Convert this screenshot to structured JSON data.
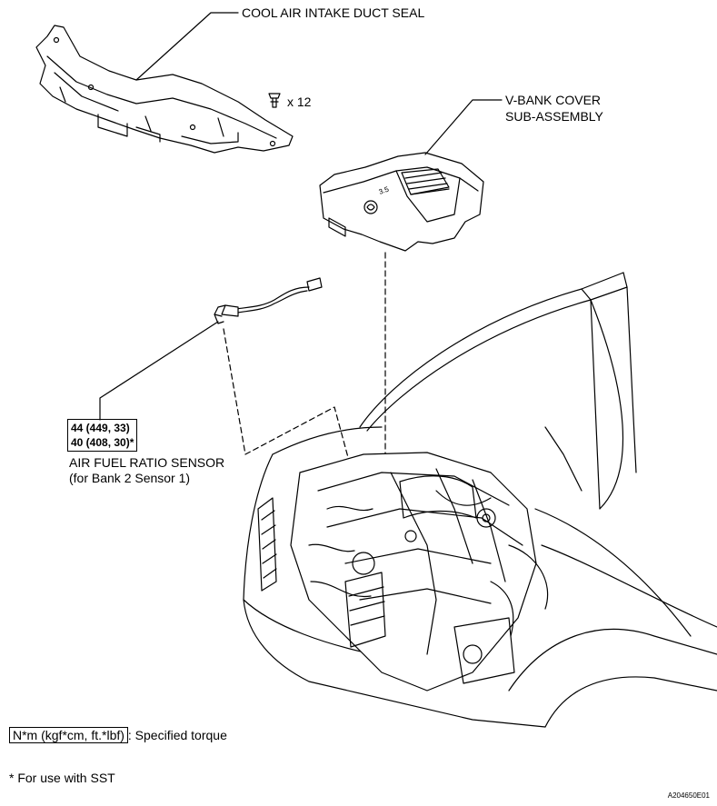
{
  "labels": {
    "seal": "COOL AIR INTAKE DUCT SEAL",
    "clip_count": "x 12",
    "cover_line1": "V-BANK COVER",
    "cover_line2": "SUB-ASSEMBLY",
    "sensor_line1": "AIR FUEL RATIO SENSOR",
    "sensor_line2": "(for Bank 2 Sensor 1)"
  },
  "torque": {
    "line1": "44 (449, 33)",
    "line2": "40 (408, 30)*"
  },
  "legend": {
    "units": "N*m (kgf*cm, ft.*lbf)",
    "suffix": ": Specified torque"
  },
  "note": "* For use with SST",
  "figure_code": "A204650E01"
}
